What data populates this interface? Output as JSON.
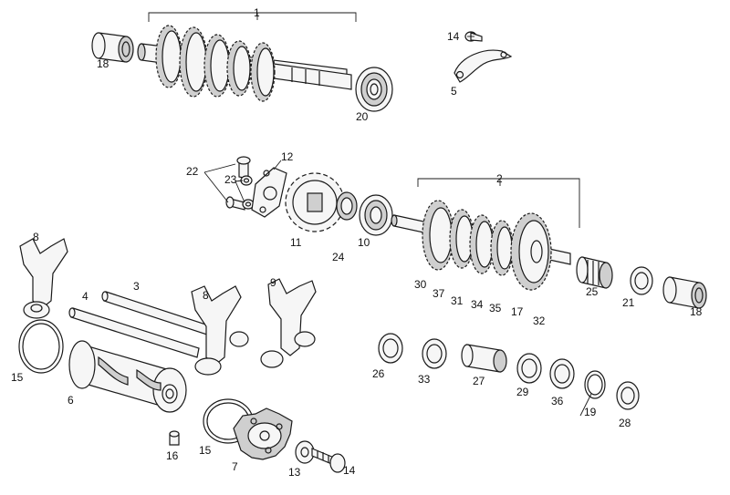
{
  "callouts": [
    {
      "id": "c1",
      "text": "1"
    },
    {
      "id": "c2",
      "text": "2"
    },
    {
      "id": "c3",
      "text": "3"
    },
    {
      "id": "c4",
      "text": "4"
    },
    {
      "id": "c5",
      "text": "5"
    },
    {
      "id": "c6",
      "text": "6"
    },
    {
      "id": "c7",
      "text": "7"
    },
    {
      "id": "c8a",
      "text": "8"
    },
    {
      "id": "c8b",
      "text": "8"
    },
    {
      "id": "c9",
      "text": "9"
    },
    {
      "id": "c10",
      "text": "10"
    },
    {
      "id": "c11",
      "text": "11"
    },
    {
      "id": "c12",
      "text": "12"
    },
    {
      "id": "c13",
      "text": "13"
    },
    {
      "id": "c14a",
      "text": "14"
    },
    {
      "id": "c14b",
      "text": "14"
    },
    {
      "id": "c15a",
      "text": "15"
    },
    {
      "id": "c15b",
      "text": "15"
    },
    {
      "id": "c16",
      "text": "16"
    },
    {
      "id": "c17",
      "text": "17"
    },
    {
      "id": "c18a",
      "text": "18"
    },
    {
      "id": "c18b",
      "text": "18"
    },
    {
      "id": "c19",
      "text": "19"
    },
    {
      "id": "c20",
      "text": "20"
    },
    {
      "id": "c21",
      "text": "21"
    },
    {
      "id": "c22",
      "text": "22"
    },
    {
      "id": "c23",
      "text": "23"
    },
    {
      "id": "c24",
      "text": "24"
    },
    {
      "id": "c25",
      "text": "25"
    },
    {
      "id": "c26",
      "text": "26"
    },
    {
      "id": "c27",
      "text": "27"
    },
    {
      "id": "c28",
      "text": "28"
    },
    {
      "id": "c29",
      "text": "29"
    },
    {
      "id": "c30",
      "text": "30"
    },
    {
      "id": "c31",
      "text": "31"
    },
    {
      "id": "c32",
      "text": "32"
    },
    {
      "id": "c33",
      "text": "33"
    },
    {
      "id": "c34",
      "text": "34"
    },
    {
      "id": "c35",
      "text": "35"
    },
    {
      "id": "c36",
      "text": "36"
    },
    {
      "id": "c37",
      "text": "37"
    }
  ]
}
